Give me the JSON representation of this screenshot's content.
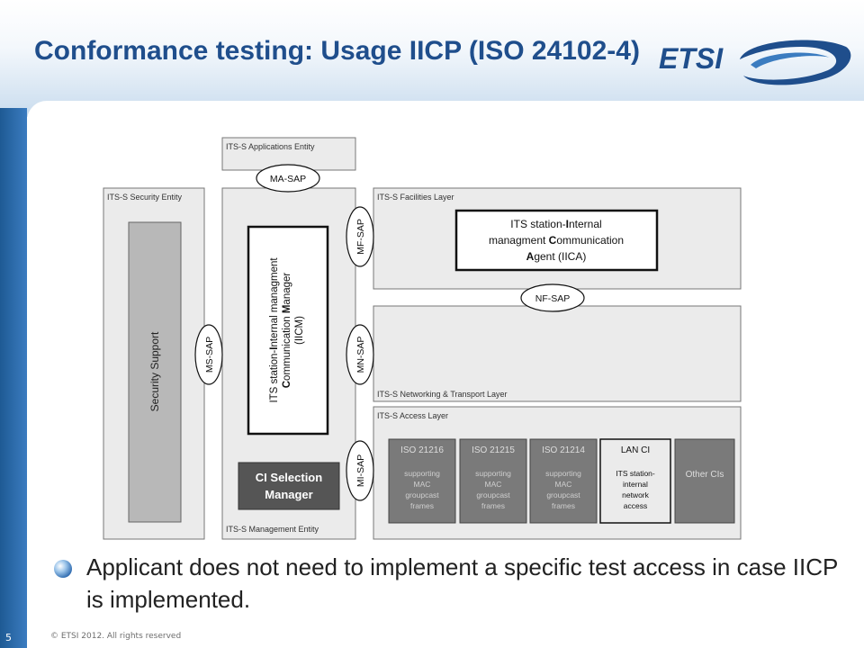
{
  "slide": {
    "title": "Conformance testing: Usage IICP (ISO 24102-4)",
    "bullet": "Applicant does not need to implement a specific test access in case IICP is implemented.",
    "slide_number": "5",
    "copyright": "© ETSI 2012. All rights reserved"
  },
  "logo": {
    "text": "ETSI"
  },
  "colors": {
    "title": "#1f4e8c",
    "left_bar": "#2a6aaa",
    "box_fill": "#e8e8e8",
    "iso_fill": "#7a7a7a",
    "csm_fill": "#555555"
  },
  "diagram": {
    "applications_entity": "ITS-S Applications Entity",
    "security_entity": "ITS-S Security Entity",
    "security_support": "Security Support",
    "management_entity": "ITS-S Management Entity",
    "facilities_layer": "ITS-S Facilities Layer",
    "networking_layer": "ITS-S Networking & Transport Layer",
    "access_layer": "ITS-S Access Layer",
    "saps": {
      "ma": "MA-SAP",
      "mf": "MF-SAP",
      "nf": "NF-SAP",
      "ms": "MS-SAP",
      "mn": "MN-SAP",
      "mi": "MI-SAP"
    },
    "iicm": {
      "line1": [
        "ITS station-",
        "I",
        "nternal managment"
      ],
      "line2": [
        "C",
        "ommunication ",
        "M",
        "anager"
      ],
      "line3": "(IICM)"
    },
    "iica": {
      "line1": [
        "ITS station-",
        "I",
        "nternal"
      ],
      "line2": [
        "managment ",
        "C",
        "ommunication"
      ],
      "line3": [
        "A",
        "gent (IICA)"
      ]
    },
    "ci_selection": {
      "line1": "CI Selection",
      "line2": "Manager"
    },
    "access_cis": [
      {
        "title": "ISO 21216",
        "lines": [
          "supporting",
          "MAC",
          "groupcast",
          "frames"
        ]
      },
      {
        "title": "ISO 21215",
        "lines": [
          "supporting",
          "MAC",
          "groupcast",
          "frames"
        ]
      },
      {
        "title": "ISO 21214",
        "lines": [
          "supporting",
          "MAC",
          "groupcast",
          "frames"
        ]
      },
      {
        "title": "LAN CI",
        "lines": [
          "ITS station-",
          "internal",
          "network",
          "access"
        ]
      },
      {
        "title": "Other CIs",
        "lines": []
      }
    ]
  }
}
